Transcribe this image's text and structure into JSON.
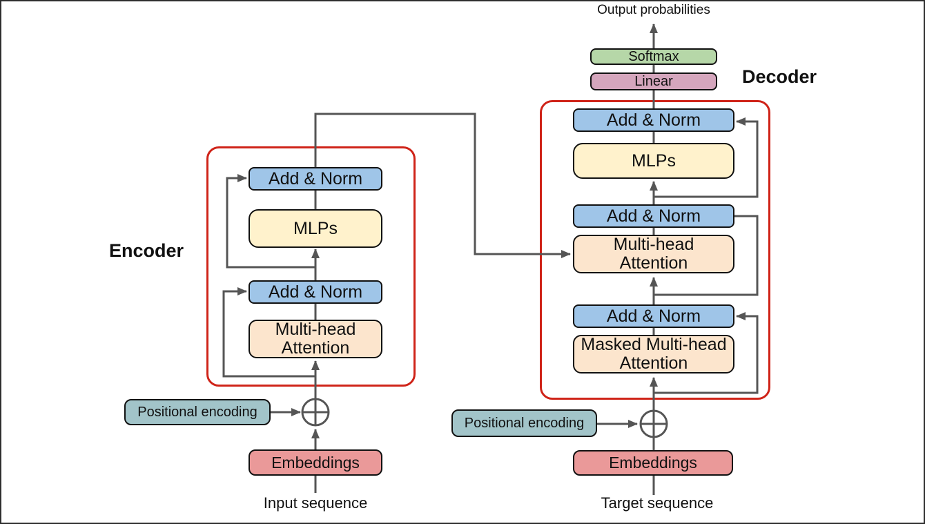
{
  "colors": {
    "add_norm_blue": "#9fc5e8",
    "mlp_yellow": "#fff2cc",
    "attention_peach": "#fce5cd",
    "softmax_green": "#b6d7a8",
    "linear_pink": "#d5a6bd",
    "positional_encoding_teal": "#a2c4c9",
    "embeddings_salmon": "#ea9999",
    "group_outline_red": "#cf2318",
    "connector_gray": "#555555"
  },
  "encoder": {
    "label": "Encoder",
    "blocks": {
      "add_norm_top": "Add & Norm",
      "mlps": "MLPs",
      "add_norm_bottom": "Add & Norm",
      "attention": "Multi-head\nAttention"
    },
    "positional_encoding": "Positional encoding",
    "embeddings": "Embeddings",
    "input_label": "Input sequence"
  },
  "decoder": {
    "label": "Decoder",
    "output_label": "Output probabilities",
    "softmax": "Softmax",
    "linear": "Linear",
    "blocks": {
      "add_norm_top": "Add & Norm",
      "mlps": "MLPs",
      "add_norm_middle": "Add & Norm",
      "attention": "Multi-head\nAttention",
      "add_norm_bottom": "Add & Norm",
      "masked_attention": "Masked Multi-head\nAttention"
    },
    "positional_encoding": "Positional encoding",
    "embeddings": "Embeddings",
    "input_label": "Target sequence"
  }
}
